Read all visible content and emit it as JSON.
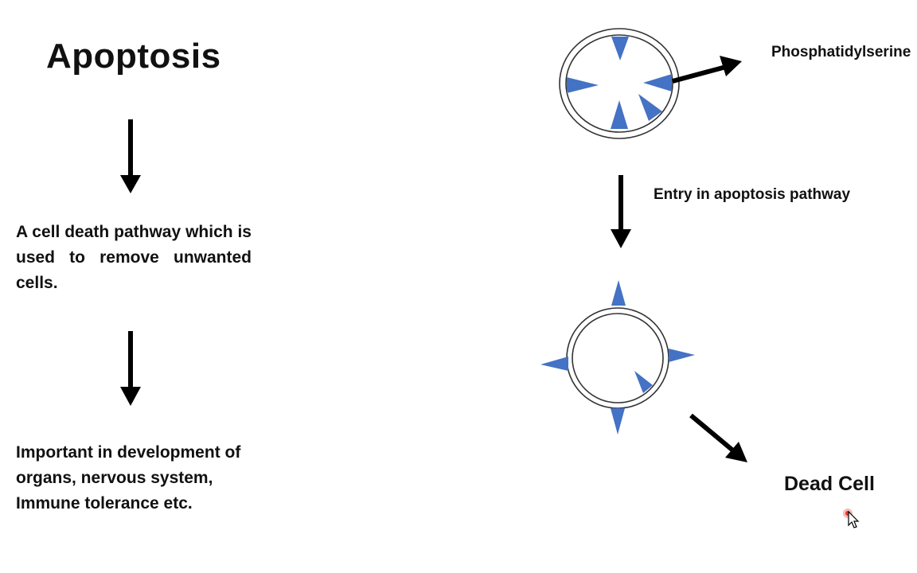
{
  "slide": {
    "title": "Apoptosis",
    "definition": "A cell death pathway which is used to remove unwanted cells.",
    "importance": "Important in development of organs, nervous system, Immune tolerance etc."
  },
  "diagram": {
    "membrane_marker_label": "Phosphatidylserine",
    "step_label": "Entry in apoptosis pathway",
    "result_label": "Dead Cell",
    "colors": {
      "marker": "#4472C4",
      "arrow": "#000000",
      "membrane": "#333333",
      "cursor_highlight": "#e53935"
    },
    "icons": [
      "down-arrow-icon",
      "diagonal-arrow-icon",
      "cursor-icon"
    ]
  }
}
